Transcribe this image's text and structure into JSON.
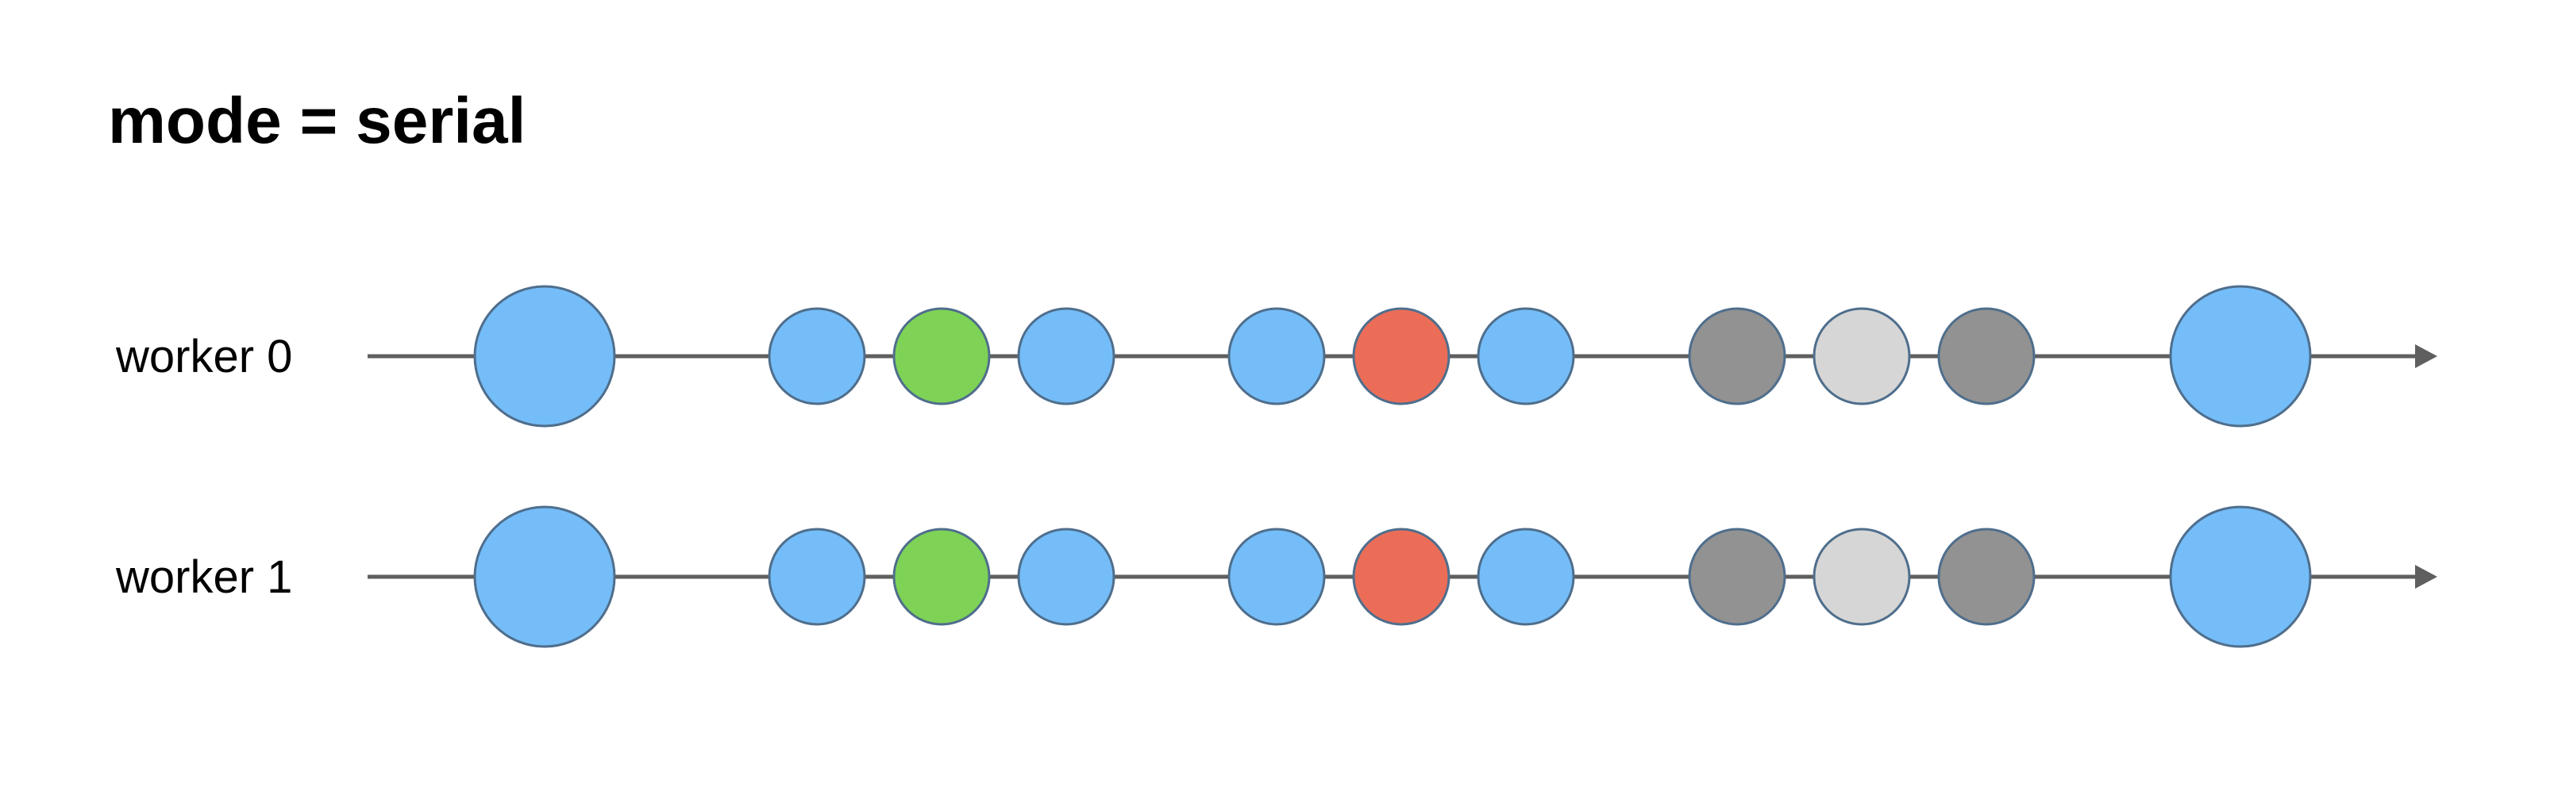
{
  "title": "mode = serial",
  "colors": {
    "blue": "#74BDF8",
    "green": "#7ED356",
    "red": "#EB6D58",
    "dark_gray": "#929292",
    "light_gray": "#D6D6D6",
    "line": "#5F5F5F",
    "stroke": "#4F6E8C"
  },
  "workers": [
    {
      "label": "worker 0",
      "events": [
        {
          "size": "large",
          "color": "blue"
        },
        {
          "size": "small",
          "color": "blue"
        },
        {
          "size": "small",
          "color": "green"
        },
        {
          "size": "small",
          "color": "blue"
        },
        {
          "size": "small",
          "color": "blue"
        },
        {
          "size": "small",
          "color": "red"
        },
        {
          "size": "small",
          "color": "blue"
        },
        {
          "size": "small",
          "color": "dark_gray"
        },
        {
          "size": "small",
          "color": "light_gray"
        },
        {
          "size": "small",
          "color": "dark_gray"
        },
        {
          "size": "large",
          "color": "blue"
        }
      ]
    },
    {
      "label": "worker 1",
      "events": [
        {
          "size": "large",
          "color": "blue"
        },
        {
          "size": "small",
          "color": "blue"
        },
        {
          "size": "small",
          "color": "green"
        },
        {
          "size": "small",
          "color": "blue"
        },
        {
          "size": "small",
          "color": "blue"
        },
        {
          "size": "small",
          "color": "red"
        },
        {
          "size": "small",
          "color": "blue"
        },
        {
          "size": "small",
          "color": "dark_gray"
        },
        {
          "size": "small",
          "color": "light_gray"
        },
        {
          "size": "small",
          "color": "dark_gray"
        },
        {
          "size": "large",
          "color": "blue"
        }
      ]
    }
  ]
}
